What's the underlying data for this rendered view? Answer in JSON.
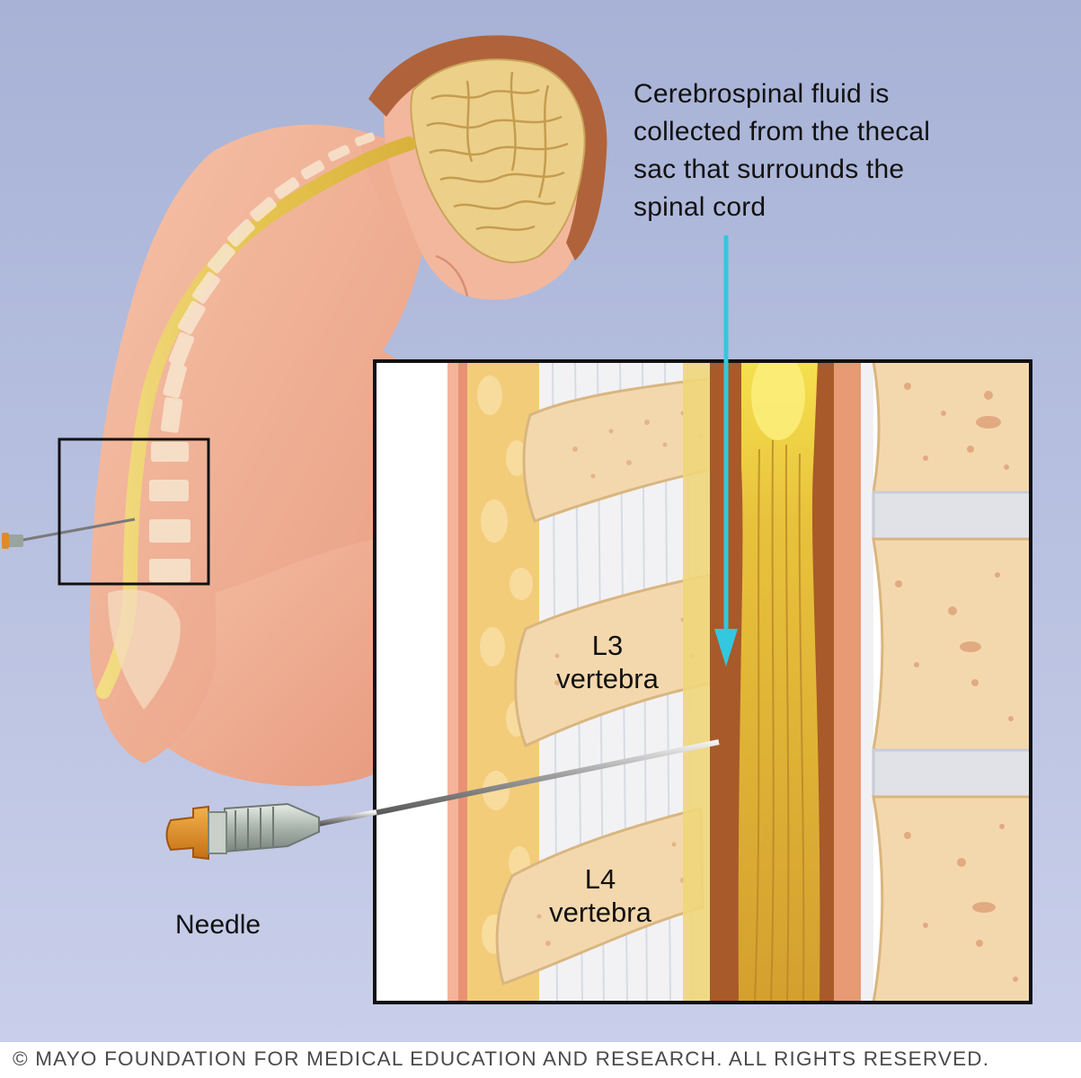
{
  "labels": {
    "callout": [
      "Cerebrospinal fluid is",
      "collected from the thecal",
      "sac that surrounds the",
      "spinal cord"
    ],
    "l3": [
      "L3",
      "vertebra"
    ],
    "l4": [
      "L4",
      "vertebra"
    ],
    "needle": "Needle"
  },
  "copyright": "© MAYO FOUNDATION FOR MEDICAL EDUCATION AND RESEARCH. ALL RIGHTS RESERVED.",
  "colors": {
    "background_top": "#aab4d6",
    "background_bottom": "#c6cdea",
    "skin": "#f2b49a",
    "hair": "#b0633a",
    "brain": "#ecd08a",
    "spinal_cord": "#e8cf6a",
    "vertebra_bone": "#f4d8ad",
    "csf_space": "#a85a2a",
    "arrow": "#33c7e0",
    "inset_border": "#111111"
  }
}
